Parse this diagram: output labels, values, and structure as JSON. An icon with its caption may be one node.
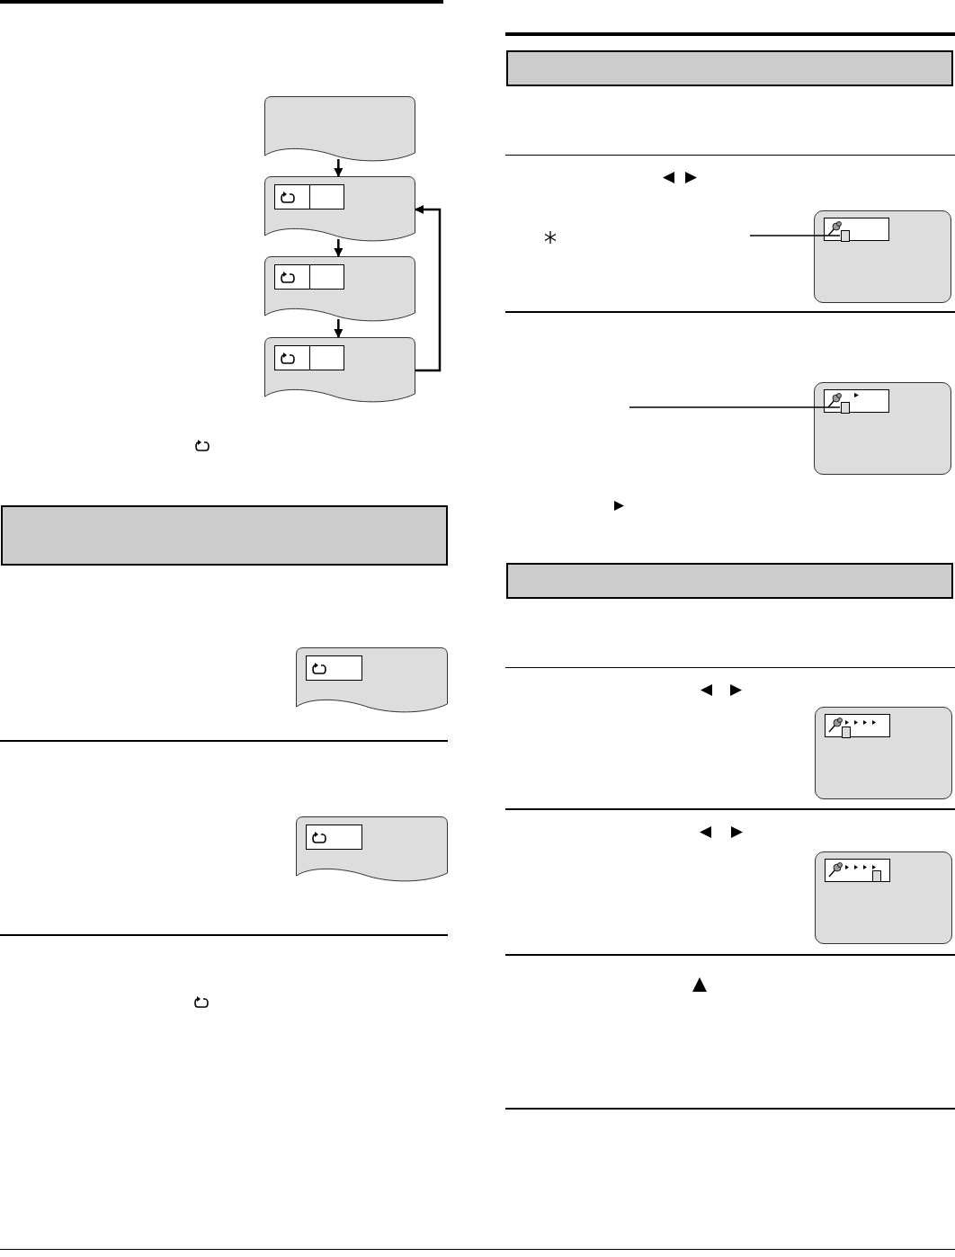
{
  "diagram": {
    "nodes": [
      {
        "text": [],
        "shape": "document"
      },
      {
        "text": [],
        "shape": "document"
      },
      {
        "text": [],
        "shape": "document"
      },
      {
        "text": [],
        "shape": "document"
      },
      {
        "text": [],
        "shape": "band"
      },
      {
        "text": [],
        "shape": "document"
      },
      {
        "text": [],
        "shape": "document"
      },
      {
        "text": [],
        "shape": "band"
      },
      {
        "text": [],
        "shape": "screen"
      },
      {
        "text": [],
        "shape": "box",
        "in": 8
      },
      {
        "text": [],
        "shape": "screen"
      },
      {
        "text": [],
        "shape": "box",
        "in": 10
      },
      {
        "text": [],
        "shape": "band"
      },
      {
        "text": [],
        "shape": "screen"
      },
      {
        "text": [],
        "shape": "screen"
      }
    ],
    "edges": [
      {
        "from": 0,
        "to": 1,
        "arrow": "to"
      },
      {
        "from": 1,
        "to": 2,
        "arrow": "to"
      },
      {
        "from": 2,
        "to": 3,
        "arrow": "to"
      },
      {
        "from": 3,
        "to": 1,
        "arrow": "to"
      },
      {
        "from": null,
        "to": 9,
        "arrow": "none"
      },
      {
        "from": null,
        "to": 11,
        "arrow": "none"
      }
    ]
  }
}
